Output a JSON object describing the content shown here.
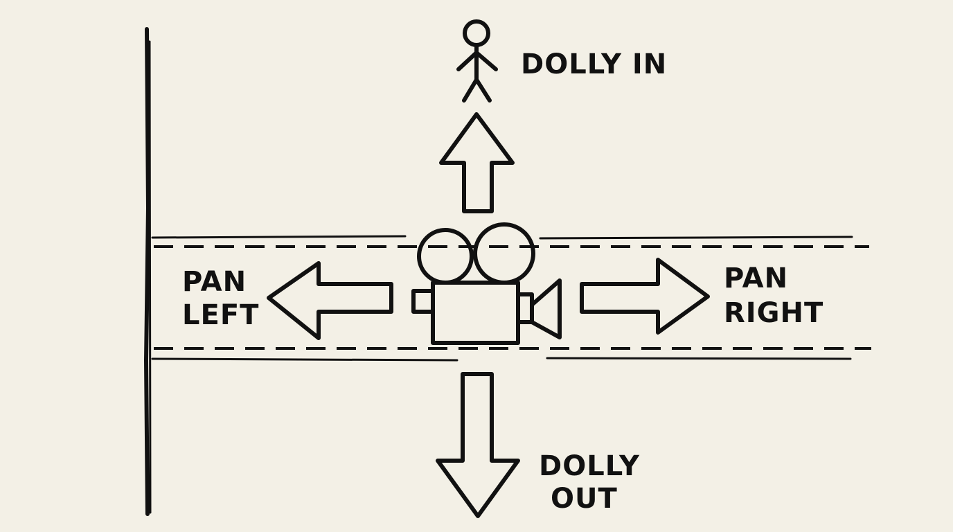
{
  "labels": {
    "dolly_in": "DOLLY IN",
    "pan_left": [
      "PAN",
      "LEFT"
    ],
    "pan_right": [
      "PAN",
      "RIGHT"
    ],
    "dolly_out": [
      "DOLLY",
      "OUT"
    ]
  },
  "colors": {
    "background": "#f3f0e6",
    "ink": "#111111"
  }
}
